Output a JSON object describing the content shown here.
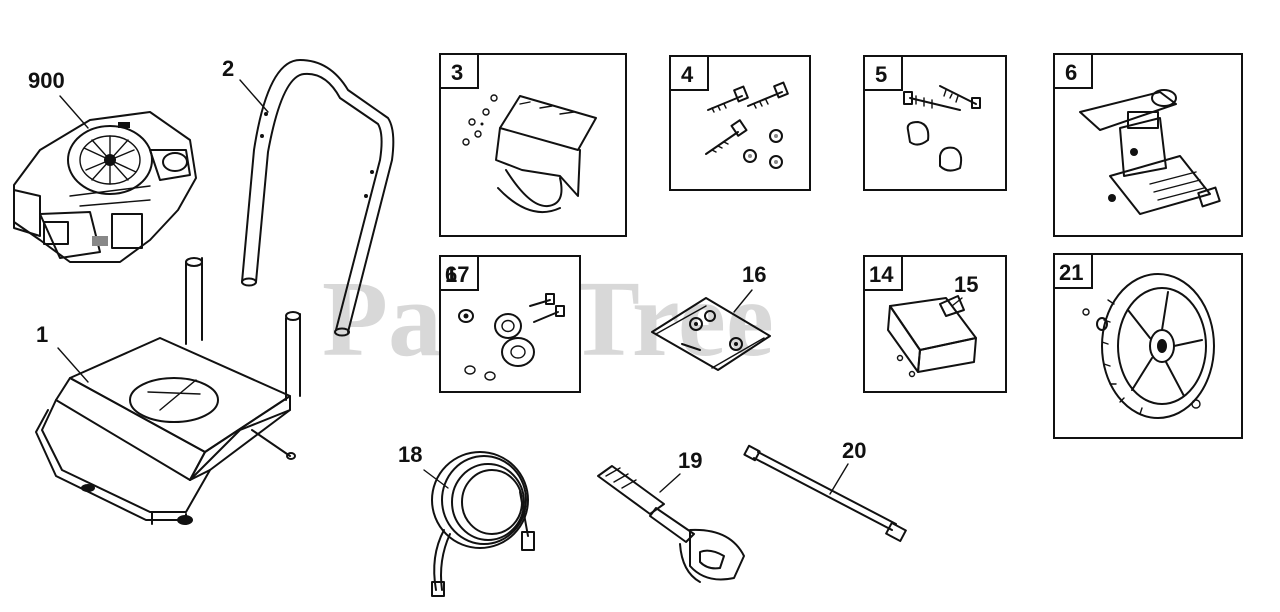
{
  "watermark": {
    "text": "PartsTree",
    "trademark": "™"
  },
  "parts": [
    {
      "ref": "900",
      "kind": "free"
    },
    {
      "ref": "1",
      "kind": "free"
    },
    {
      "ref": "2",
      "kind": "free"
    },
    {
      "ref": "3",
      "kind": "boxed"
    },
    {
      "ref": "4",
      "kind": "boxed"
    },
    {
      "ref": "5",
      "kind": "boxed"
    },
    {
      "ref": "6",
      "kind": "boxed"
    },
    {
      "ref": "17",
      "kind": "boxed"
    },
    {
      "ref": "16",
      "kind": "free"
    },
    {
      "ref": "14",
      "kind": "boxed"
    },
    {
      "ref": "15",
      "kind": "free"
    },
    {
      "ref": "21",
      "kind": "boxed"
    },
    {
      "ref": "18",
      "kind": "free"
    },
    {
      "ref": "19",
      "kind": "free"
    },
    {
      "ref": "20",
      "kind": "free"
    }
  ]
}
